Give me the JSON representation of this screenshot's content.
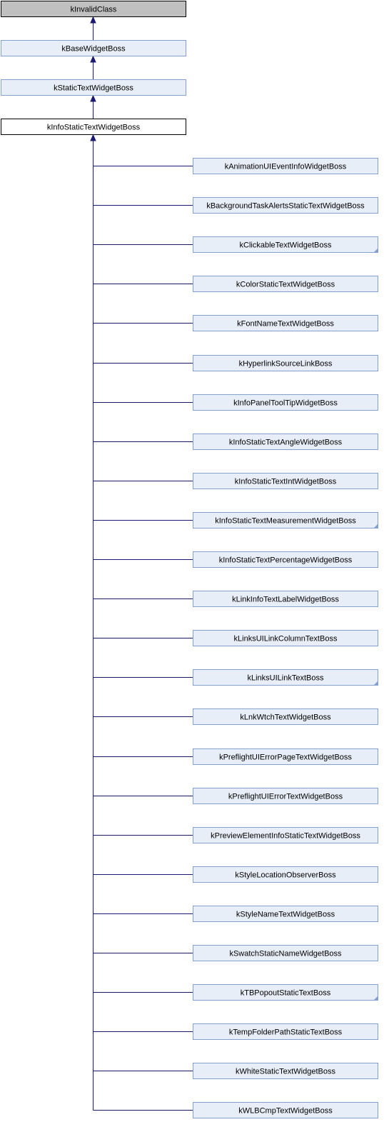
{
  "colors": {
    "edge": "#191970",
    "node_fill": "#e8eef7",
    "node_border": "#84a0cf",
    "base_fill": "#c0c0c0",
    "base_border": "#000000",
    "current_fill": "#ffffff",
    "current_border": "#000000"
  },
  "ancestors": [
    {
      "label": "kInvalidClass",
      "style": "base"
    },
    {
      "label": "kBaseWidgetBoss",
      "style": "normal"
    },
    {
      "label": "kStaticTextWidgetBoss",
      "style": "normal"
    }
  ],
  "current": {
    "label": "kInfoStaticTextWidgetBoss"
  },
  "children": [
    {
      "label": "kAnimationUIEventInfoWidgetBoss",
      "truncated": false
    },
    {
      "label": "kBackgroundTaskAlertsStaticTextWidgetBoss",
      "truncated": false
    },
    {
      "label": "kClickableTextWidgetBoss",
      "truncated": true
    },
    {
      "label": "kColorStaticTextWidgetBoss",
      "truncated": false
    },
    {
      "label": "kFontNameTextWidgetBoss",
      "truncated": false
    },
    {
      "label": "kHyperlinkSourceLinkBoss",
      "truncated": false
    },
    {
      "label": "kInfoPanelToolTipWidgetBoss",
      "truncated": false
    },
    {
      "label": "kInfoStaticTextAngleWidgetBoss",
      "truncated": false
    },
    {
      "label": "kInfoStaticTextIntWidgetBoss",
      "truncated": false
    },
    {
      "label": "kInfoStaticTextMeasurementWidgetBoss",
      "truncated": true
    },
    {
      "label": "kInfoStaticTextPercentageWidgetBoss",
      "truncated": false
    },
    {
      "label": "kLinkInfoTextLabelWidgetBoss",
      "truncated": false
    },
    {
      "label": "kLinksUILinkColumnTextBoss",
      "truncated": false
    },
    {
      "label": "kLinksUILinkTextBoss",
      "truncated": true
    },
    {
      "label": "kLnkWtchTextWidgetBoss",
      "truncated": false
    },
    {
      "label": "kPreflightUIErrorPageTextWidgetBoss",
      "truncated": false
    },
    {
      "label": "kPreflightUIErrorTextWidgetBoss",
      "truncated": false
    },
    {
      "label": "kPreviewElementInfoStaticTextWidgetBoss",
      "truncated": false
    },
    {
      "label": "kStyleLocationObserverBoss",
      "truncated": false
    },
    {
      "label": "kStyleNameTextWidgetBoss",
      "truncated": false
    },
    {
      "label": "kSwatchStaticNameWidgetBoss",
      "truncated": false
    },
    {
      "label": "kTBPopoutStaticTextBoss",
      "truncated": true
    },
    {
      "label": "kTempFolderPathStaticTextBoss",
      "truncated": false
    },
    {
      "label": "kWhiteStaticTextWidgetBoss",
      "truncated": false
    },
    {
      "label": "kWLBCmpTextWidgetBoss",
      "truncated": false
    }
  ]
}
